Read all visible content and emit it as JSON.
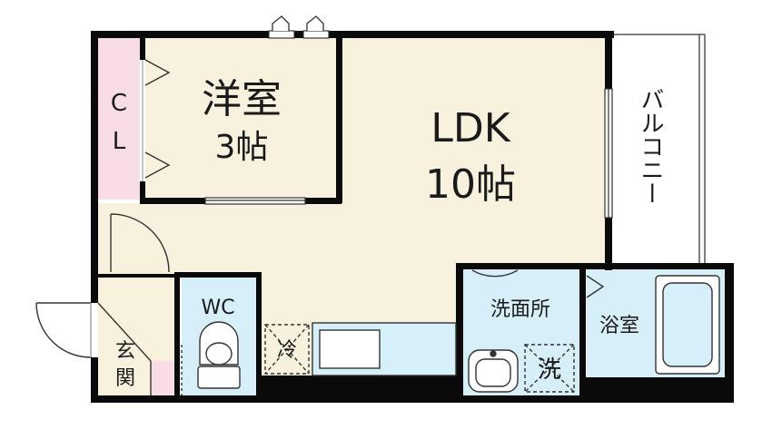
{
  "rooms": {
    "ldk": {
      "name": "LDK",
      "size": "10帖"
    },
    "western": {
      "name": "洋室",
      "size": "3帖"
    },
    "closet": {
      "line1": "C",
      "line2": "L"
    },
    "balcony": {
      "name": "バルコニー"
    },
    "wc": {
      "name": "WC"
    },
    "entrance": {
      "line1": "玄",
      "line2": "関"
    },
    "washroom": {
      "name": "洗面所"
    },
    "bathroom": {
      "name": "浴室"
    }
  },
  "fixtures": {
    "fridge": "冷",
    "washer": "洗"
  },
  "colors": {
    "ldk_floor": "#f7f1dd",
    "closet": "#f8dce6",
    "water_area": "#d7eff8",
    "wall": "#0a0a0a"
  }
}
